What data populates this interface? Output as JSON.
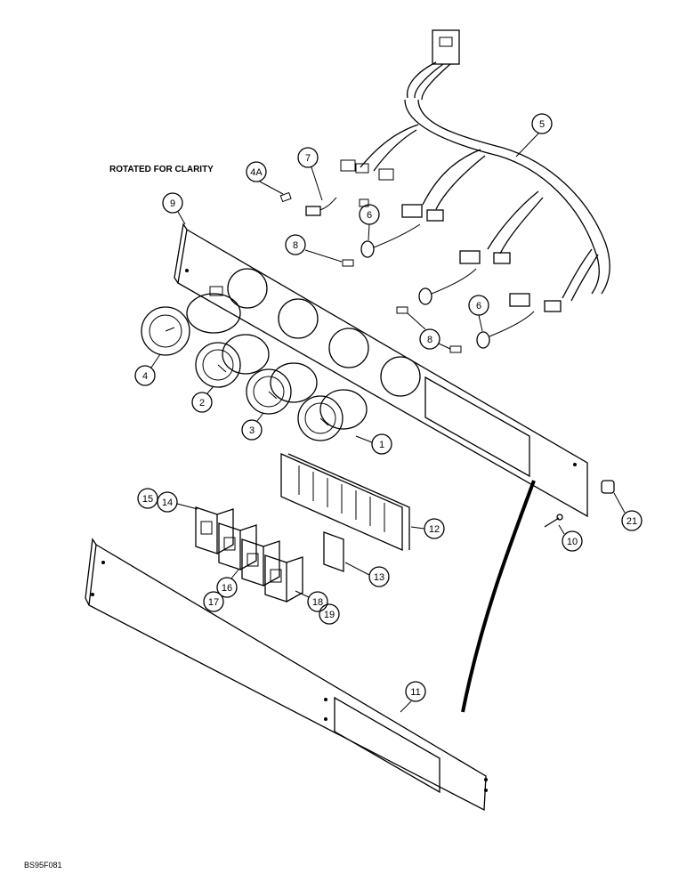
{
  "caption": "ROTATED FOR CLARITY",
  "figure_code": "BS95F081",
  "callouts": [
    "4A",
    "7",
    "5",
    "9",
    "6",
    "8",
    "6",
    "8",
    "4",
    "2",
    "3",
    "1",
    "12",
    "15",
    "14",
    "16",
    "17",
    "18",
    "19",
    "13",
    "10",
    "21",
    "11"
  ]
}
